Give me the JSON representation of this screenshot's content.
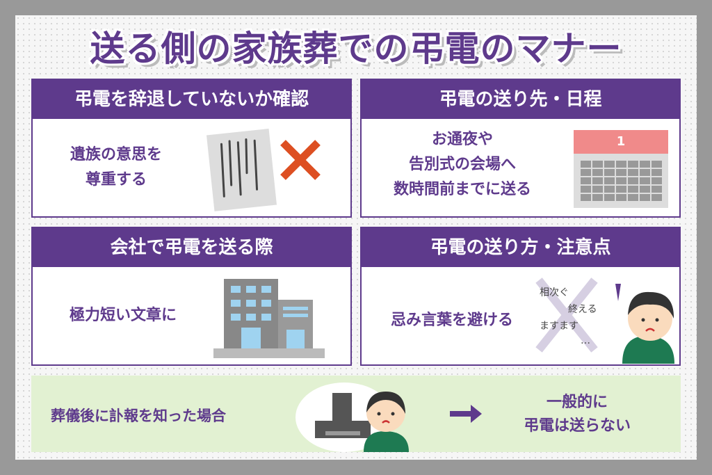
{
  "title": "送る側の家族葬での弔電のマナー",
  "panels": [
    {
      "header": "弔電を辞退していないか確認",
      "text": "遺族の意思を\n尊重する"
    },
    {
      "header": "弔電の送り先・日程",
      "text": "お通夜や\n告別式の会場へ\n数時間前までに送る",
      "calendar_day": "1"
    },
    {
      "header": "会社で弔電を送る際",
      "text": "極力短い文章に"
    },
    {
      "header": "弔電の送り方・注意点",
      "text": "忌み言葉を避ける",
      "examples": [
        "相次ぐ",
        "終える",
        "ますます",
        "…"
      ]
    }
  ],
  "bottom": {
    "situation": "葬儀後に訃報を知った場合",
    "conclusion": "一般的に\n弔電は送らない"
  },
  "colors": {
    "purple": "#5e3a8c",
    "green_band": "#e2f1d2",
    "red_x": "#dd4f22"
  }
}
